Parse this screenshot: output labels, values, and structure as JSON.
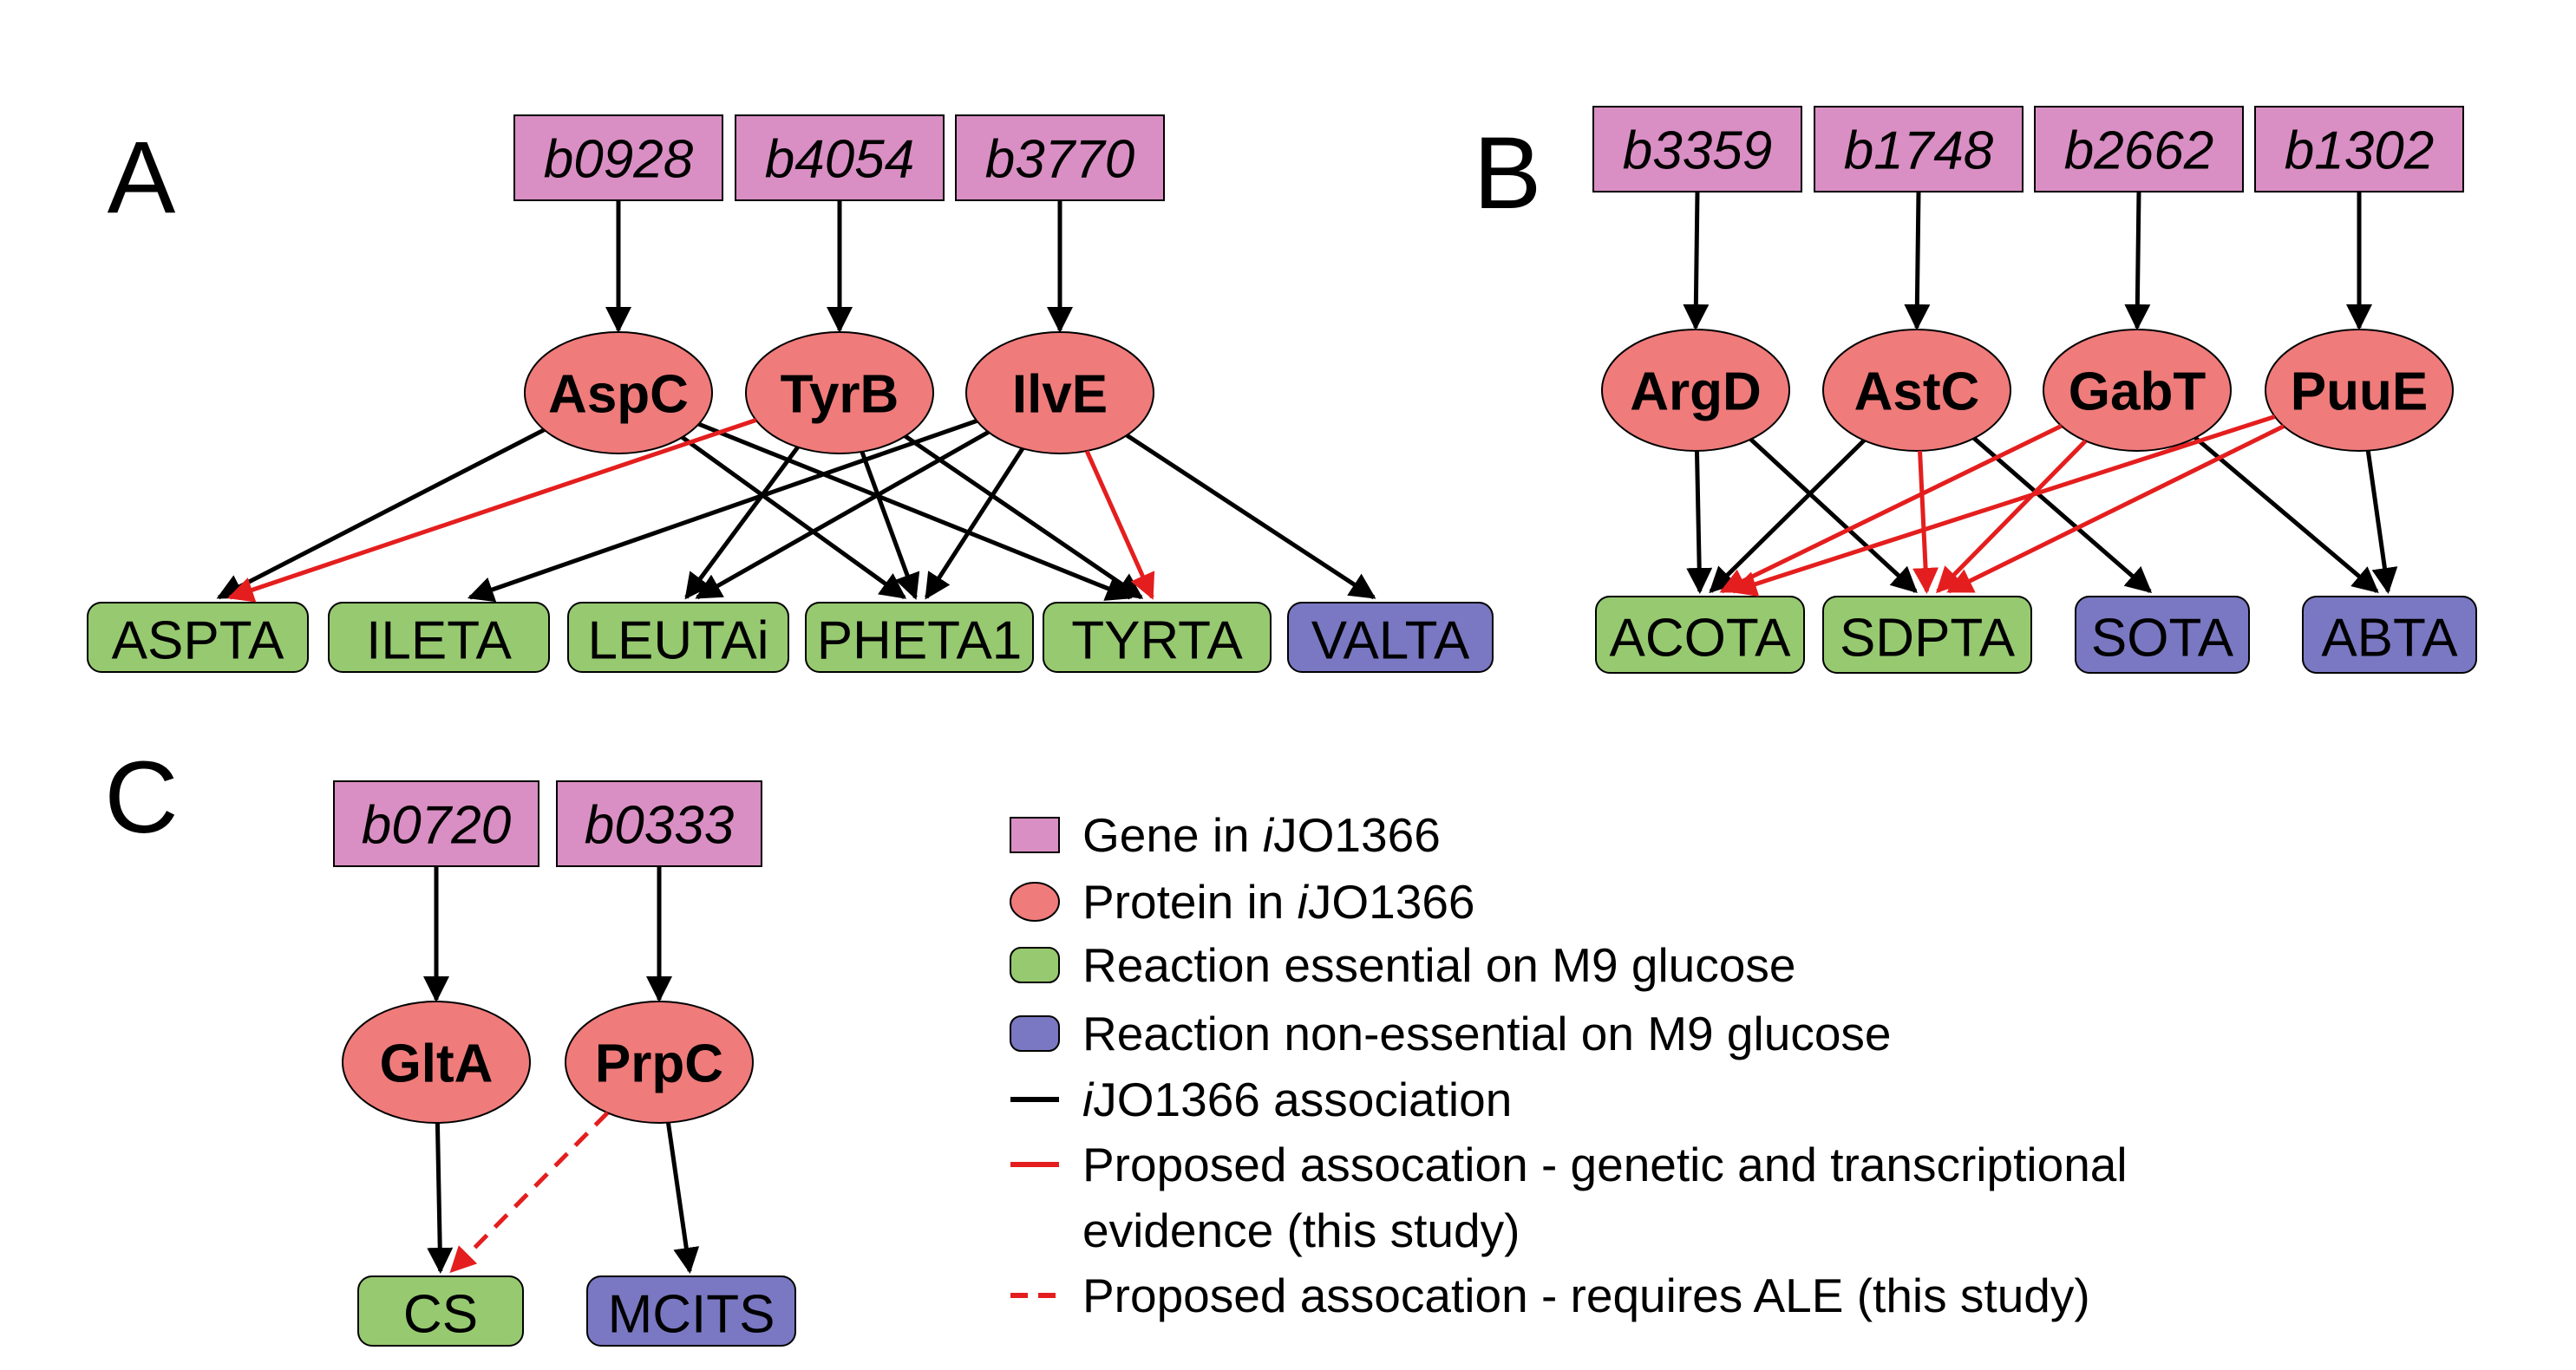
{
  "colors": {
    "gene": "#d98fc3",
    "protein": "#ef7b7b",
    "essential": "#97c970",
    "nonessential": "#7a78c2",
    "known_edge": "#000000",
    "proposed_edge": "#e41e1e"
  },
  "panels": [
    {
      "label": "A",
      "genes": [
        "b0928",
        "b4054",
        "b3770"
      ],
      "proteins": [
        "AspC",
        "TyrB",
        "IlvE"
      ],
      "reactions": [
        {
          "name": "ASPTA",
          "class": "essential"
        },
        {
          "name": "ILETA",
          "class": "essential"
        },
        {
          "name": "LEUTAi",
          "class": "essential"
        },
        {
          "name": "PHETA1",
          "class": "essential"
        },
        {
          "name": "TYRTA",
          "class": "essential"
        },
        {
          "name": "VALTA",
          "class": "nonessential"
        }
      ],
      "gene_protein": [
        [
          "b0928",
          "AspC"
        ],
        [
          "b4054",
          "TyrB"
        ],
        [
          "b3770",
          "IlvE"
        ]
      ],
      "protein_reaction": [
        {
          "from": "AspC",
          "to": "ASPTA",
          "type": "known"
        },
        {
          "from": "AspC",
          "to": "PHETA1",
          "type": "known"
        },
        {
          "from": "AspC",
          "to": "TYRTA",
          "type": "known"
        },
        {
          "from": "TyrB",
          "to": "ASPTA",
          "type": "proposed"
        },
        {
          "from": "TyrB",
          "to": "LEUTAi",
          "type": "known"
        },
        {
          "from": "TyrB",
          "to": "PHETA1",
          "type": "known"
        },
        {
          "from": "TyrB",
          "to": "TYRTA",
          "type": "known"
        },
        {
          "from": "IlvE",
          "to": "ILETA",
          "type": "known"
        },
        {
          "from": "IlvE",
          "to": "LEUTAi",
          "type": "known"
        },
        {
          "from": "IlvE",
          "to": "PHETA1",
          "type": "known"
        },
        {
          "from": "IlvE",
          "to": "TYRTA",
          "type": "proposed"
        },
        {
          "from": "IlvE",
          "to": "VALTA",
          "type": "known"
        }
      ]
    },
    {
      "label": "B",
      "genes": [
        "b3359",
        "b1748",
        "b2662",
        "b1302"
      ],
      "proteins": [
        "ArgD",
        "AstC",
        "GabT",
        "PuuE"
      ],
      "reactions": [
        {
          "name": "ACOTA",
          "class": "essential"
        },
        {
          "name": "SDPTA",
          "class": "essential"
        },
        {
          "name": "SOTA",
          "class": "nonessential"
        },
        {
          "name": "ABTA",
          "class": "nonessential"
        }
      ],
      "gene_protein": [
        [
          "b3359",
          "ArgD"
        ],
        [
          "b1748",
          "AstC"
        ],
        [
          "b2662",
          "GabT"
        ],
        [
          "b1302",
          "PuuE"
        ]
      ],
      "protein_reaction": [
        {
          "from": "ArgD",
          "to": "ACOTA",
          "type": "known"
        },
        {
          "from": "ArgD",
          "to": "SDPTA",
          "type": "known"
        },
        {
          "from": "AstC",
          "to": "ACOTA",
          "type": "known"
        },
        {
          "from": "AstC",
          "to": "SDPTA",
          "type": "proposed"
        },
        {
          "from": "AstC",
          "to": "SOTA",
          "type": "known"
        },
        {
          "from": "GabT",
          "to": "ACOTA",
          "type": "proposed"
        },
        {
          "from": "GabT",
          "to": "SDPTA",
          "type": "proposed"
        },
        {
          "from": "GabT",
          "to": "ABTA",
          "type": "known"
        },
        {
          "from": "PuuE",
          "to": "ACOTA",
          "type": "proposed"
        },
        {
          "from": "PuuE",
          "to": "SDPTA",
          "type": "proposed"
        },
        {
          "from": "PuuE",
          "to": "ABTA",
          "type": "known"
        }
      ]
    },
    {
      "label": "C",
      "genes": [
        "b0720",
        "b0333"
      ],
      "proteins": [
        "GltA",
        "PrpC"
      ],
      "reactions": [
        {
          "name": "CS",
          "class": "essential"
        },
        {
          "name": "MCITS",
          "class": "nonessential"
        }
      ],
      "gene_protein": [
        [
          "b0720",
          "GltA"
        ],
        [
          "b0333",
          "PrpC"
        ]
      ],
      "protein_reaction": [
        {
          "from": "GltA",
          "to": "CS",
          "type": "known"
        },
        {
          "from": "PrpC",
          "to": "CS",
          "type": "ale"
        },
        {
          "from": "PrpC",
          "to": "MCITS",
          "type": "known"
        }
      ]
    }
  ],
  "legend": [
    {
      "symbol": "gene-box",
      "text": [
        {
          "t": "Gene in "
        },
        {
          "t": "i",
          "italic": true
        },
        {
          "t": "JO1366"
        }
      ]
    },
    {
      "symbol": "protein-ellipse",
      "text": [
        {
          "t": "Protein in "
        },
        {
          "t": "i",
          "italic": true
        },
        {
          "t": "JO1366"
        }
      ]
    },
    {
      "symbol": "essential-box",
      "text": [
        {
          "t": "Reaction essential on M9 glucose"
        }
      ]
    },
    {
      "symbol": "nonessential-box",
      "text": [
        {
          "t": "Reaction non-essential on M9 glucose"
        }
      ]
    },
    {
      "symbol": "black-line",
      "text": [
        {
          "t": "i",
          "italic": true
        },
        {
          "t": "JO1366 association"
        }
      ]
    },
    {
      "symbol": "red-line",
      "text": [
        {
          "t": "Proposed assocation - genetic and transcriptional"
        }
      ],
      "text2": "evidence (this study)"
    },
    {
      "symbol": "red-dashed-line",
      "text": [
        {
          "t": "Proposed assocation - requires ALE (this study)"
        }
      ]
    }
  ]
}
